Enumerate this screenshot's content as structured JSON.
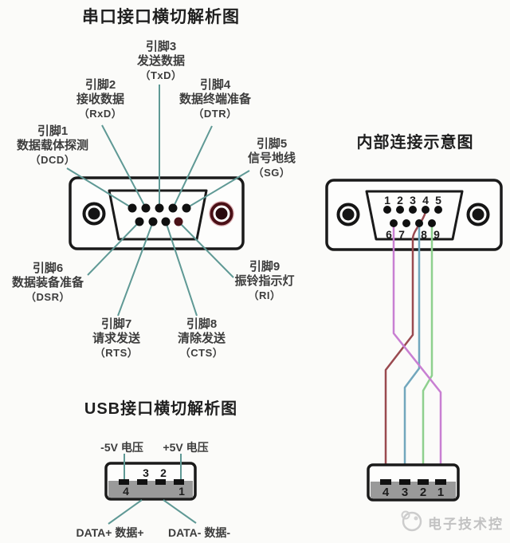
{
  "serial": {
    "title": "串口接口横切解析图",
    "pins": [
      {
        "name": "引脚1",
        "desc": "数据载体探测",
        "code": "（DCD）"
      },
      {
        "name": "引脚2",
        "desc": "接收数据",
        "code": "（RxD）"
      },
      {
        "name": "引脚3",
        "desc": "发送数据",
        "code": "（TxD）"
      },
      {
        "name": "引脚4",
        "desc": "数据终端准备",
        "code": "（DTR）"
      },
      {
        "name": "引脚5",
        "desc": "信号地线",
        "code": "（SG）"
      },
      {
        "name": "引脚6",
        "desc": "数据装备准备",
        "code": "（DSR）"
      },
      {
        "name": "引脚7",
        "desc": "请求发送",
        "code": "（RTS）"
      },
      {
        "name": "引脚8",
        "desc": "清除发送",
        "code": "（CTS）"
      },
      {
        "name": "引脚9",
        "desc": "振铃指示灯",
        "code": "（RI）"
      }
    ]
  },
  "internal": {
    "title": "内部连接示意图",
    "db9_top_numbers": [
      "1",
      "2",
      "3",
      "4",
      "5"
    ],
    "db9_bottom_numbers": [
      "6",
      "7",
      "8",
      "9"
    ],
    "usb_numbers": [
      "4",
      "3",
      "2",
      "1"
    ],
    "wire_colors": {
      "magenta": "#c87fd2",
      "red": "#9a4a50",
      "blue": "#72a7bd",
      "green": "#8ed08e"
    }
  },
  "usb": {
    "title": "USB接口横切解析图",
    "neg5v": "-5V 电压",
    "pos5v": "+5V 电压",
    "data_plus": "DATA+ 数据+",
    "data_minus": "DATA- 数据-",
    "upper_numbers": [
      "3",
      "2"
    ],
    "lower_numbers": [
      "4",
      "1"
    ]
  },
  "watermark": {
    "text": "电子技术控"
  },
  "colors": {
    "leader": "#5f9995",
    "connector_stroke": "#1a1a1a",
    "usb_gray": "#9a9a9a"
  }
}
